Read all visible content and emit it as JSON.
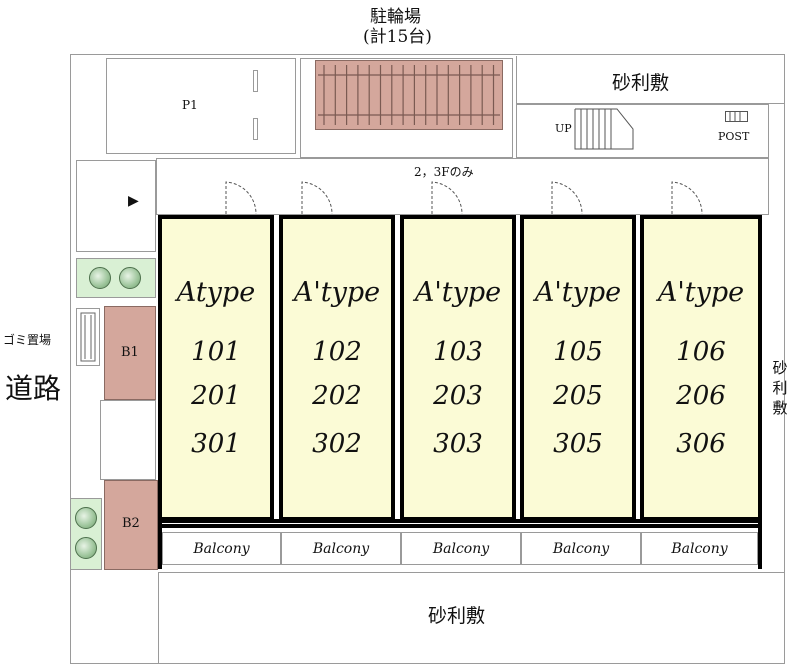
{
  "top_label": {
    "line1": "駐輪場",
    "line2": "(計15台)"
  },
  "labels": {
    "gravel_top": "砂利敷",
    "gravel_bottom": "砂利敷",
    "gravel_right": "砂\n利\n敷",
    "parking": "P1",
    "up": "UP",
    "post": "POST",
    "floors_note": "2，3Fのみ",
    "garbage": "ゴミ置場",
    "road": "道路",
    "b1": "B1",
    "b2": "B2",
    "arrow": "▶"
  },
  "units": [
    {
      "type": "Atype",
      "rooms": [
        "101",
        "201",
        "301"
      ],
      "balcony": "Balcony"
    },
    {
      "type": "A'type",
      "rooms": [
        "102",
        "202",
        "302"
      ],
      "balcony": "Balcony"
    },
    {
      "type": "A'type",
      "rooms": [
        "103",
        "203",
        "303"
      ],
      "balcony": "Balcony"
    },
    {
      "type": "A'type",
      "rooms": [
        "105",
        "205",
        "305"
      ],
      "balcony": "Balcony"
    },
    {
      "type": "A'type",
      "rooms": [
        "106",
        "206",
        "306"
      ],
      "balcony": "Balcony"
    }
  ],
  "colors": {
    "unit_fill": "#fbfbd6",
    "brick": "#d4a79c",
    "green": "#d9f0d4"
  }
}
